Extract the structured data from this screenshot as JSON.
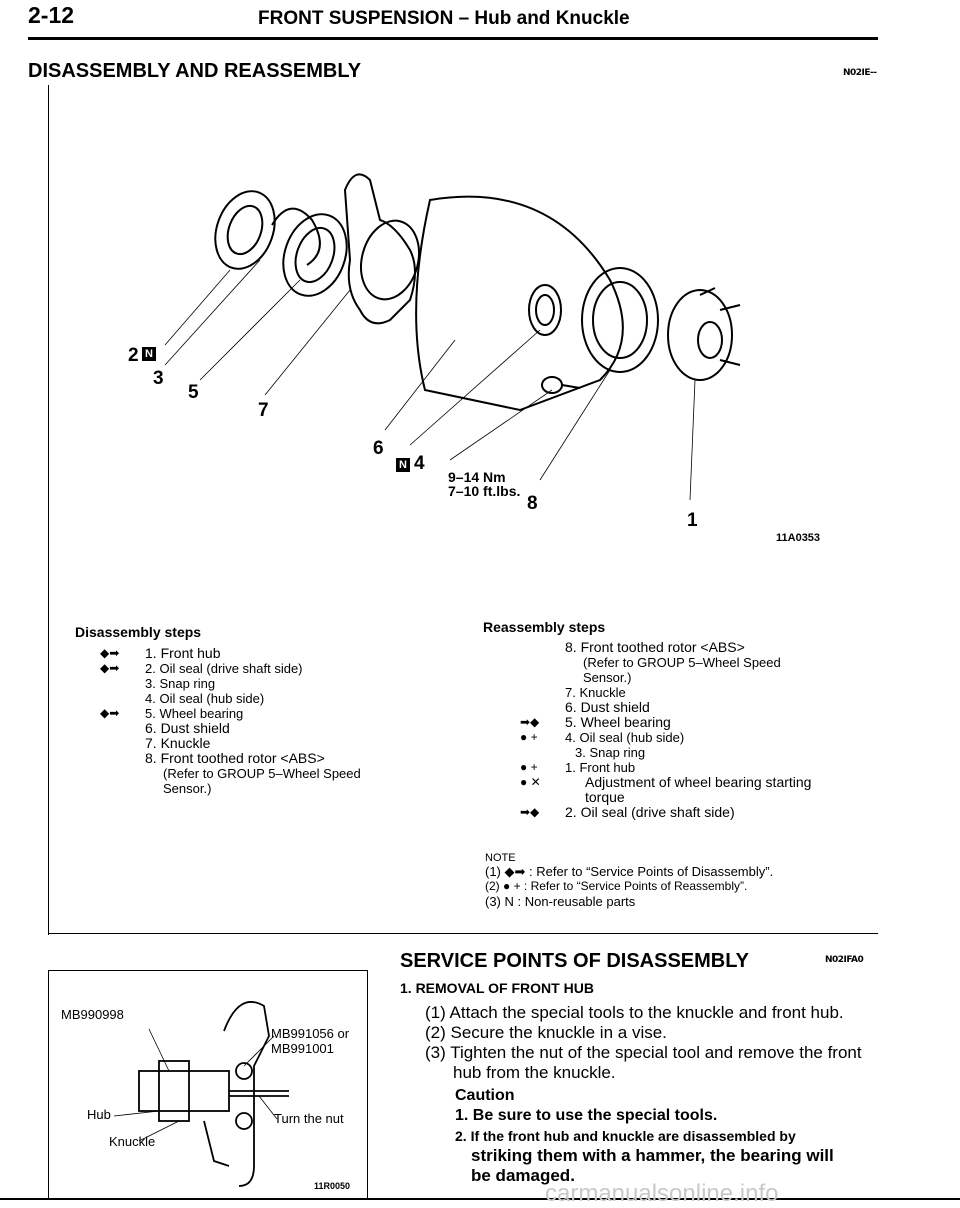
{
  "header": {
    "page_number": "2-12",
    "title": "FRONT SUSPENSION – Hub and Knuckle"
  },
  "section": {
    "title": "DISASSEMBLY AND REASSEMBLY",
    "code": "N02IE--"
  },
  "figure1": {
    "code": "11A0353",
    "torque_nm": "9–14 Nm",
    "torque_ftlbs": "7–10 ft.lbs.",
    "callouts": [
      "2",
      "3",
      "5",
      "7",
      "6",
      "4",
      "8",
      "1"
    ]
  },
  "disassembly": {
    "title": "Disassembly steps",
    "steps": [
      {
        "mark": "◆➡",
        "text": "1. Front hub"
      },
      {
        "mark": "◆➡",
        "text": "2. Oil seal (drive shaft side)"
      },
      {
        "mark": "",
        "text": "3. Snap ring"
      },
      {
        "mark": "",
        "text": "4. Oil seal (hub side)"
      },
      {
        "mark": "◆➡",
        "text": "5. Wheel bearing"
      },
      {
        "mark": "",
        "text": "6. Dust shield"
      },
      {
        "mark": "",
        "text": "7. Knuckle"
      },
      {
        "mark": "",
        "text": "8. Front toothed rotor <ABS>"
      },
      {
        "mark": "",
        "text": "(Refer to GROUP 5–Wheel Speed"
      },
      {
        "mark": "",
        "text": "Sensor.)"
      }
    ]
  },
  "reassembly": {
    "title": "Reassembly steps",
    "steps": [
      {
        "mark": "",
        "text": "8. Front toothed rotor <ABS>"
      },
      {
        "mark": "",
        "text": "(Refer to GROUP 5–Wheel Speed"
      },
      {
        "mark": "",
        "text": "Sensor.)"
      },
      {
        "mark": "",
        "text": "7. Knuckle"
      },
      {
        "mark": "",
        "text": "6. Dust shield"
      },
      {
        "mark": "➡◆",
        "text": "5. Wheel bearing"
      },
      {
        "mark": "● +",
        "text": "4. Oil seal (hub side)"
      },
      {
        "mark": "",
        "text": "3. Snap ring"
      },
      {
        "mark": "● +",
        "text": "1. Front hub"
      },
      {
        "mark": "● ✕",
        "text": "Adjustment of wheel bearing starting"
      },
      {
        "mark": "",
        "text": "torque"
      },
      {
        "mark": "➡◆",
        "text": "2. Oil seal (drive shaft side)"
      }
    ]
  },
  "note": {
    "label": "NOTE",
    "lines": [
      "(1) ◆➡ : Refer to “Service Points of Disassembly”.",
      "(2) ● + : Refer to “Service Points of Reassembly”.",
      "(3) N : Non-reusable parts"
    ]
  },
  "figure2": {
    "code": "11R0050",
    "labels": {
      "tool1": "MB990998",
      "tool2a": "MB991056 or",
      "tool2b": "MB991001",
      "hub": "Hub",
      "turn": "Turn the nut",
      "knuckle": "Knuckle"
    }
  },
  "service": {
    "title": "SERVICE POINTS OF DISASSEMBLY",
    "code": "N02IFA0",
    "subtitle": "1. REMOVAL OF FRONT HUB",
    "items": [
      "(1) Attach the special tools to the knuckle and front hub.",
      "(2) Secure the knuckle in a vise.",
      "(3) Tighten the nut of the special tool and remove the front",
      "hub from the knuckle."
    ],
    "caution_title": "Caution",
    "cautions": [
      "1. Be sure to use the special tools.",
      "2. If the front hub and knuckle are disassembled by",
      "striking them with a hammer, the bearing will",
      "be damaged."
    ]
  },
  "watermark": "carmanualsonline.info"
}
